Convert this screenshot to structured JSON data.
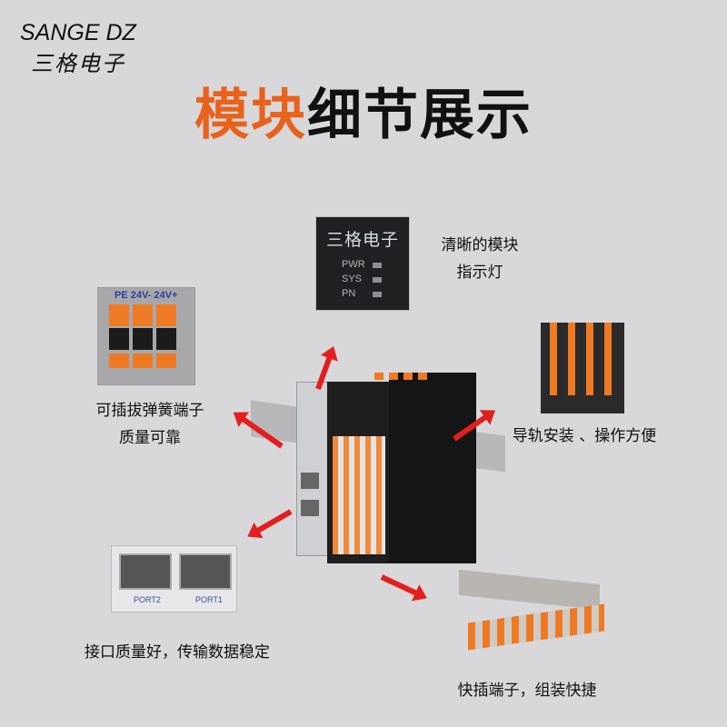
{
  "brand": {
    "name": "SANGE DZ",
    "name_cn": "三格电子"
  },
  "title": {
    "highlight": "模块",
    "rest": "细节展示"
  },
  "colors": {
    "accent": "#e8621c",
    "arrow": "#e21e1e",
    "background": "#d8d7da"
  },
  "led_panel": {
    "brand": "三格电子",
    "leds": [
      "PWR",
      "SYS",
      "PN"
    ]
  },
  "terminal_panel": {
    "label": "PE  24V- 24V+"
  },
  "ports": [
    "PORT2",
    "PORT1"
  ],
  "captions": {
    "indicator": [
      "清晰的模块",
      "指示灯"
    ],
    "terminal": [
      "可插拔弹簧端子",
      "质量可靠"
    ],
    "rail": "导轨安装 、操作方便",
    "port": "接口质量好，传输数据稳定",
    "plug": "快插端子，组装快捷"
  }
}
